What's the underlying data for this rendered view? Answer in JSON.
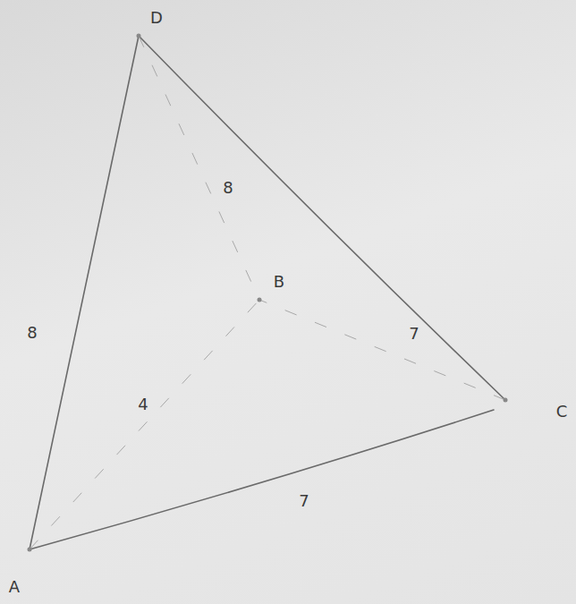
{
  "diagram": {
    "labels": [
      "D",
      "8",
      "B",
      "8",
      "7",
      "4",
      "C",
      "7",
      "A"
    ]
  }
}
